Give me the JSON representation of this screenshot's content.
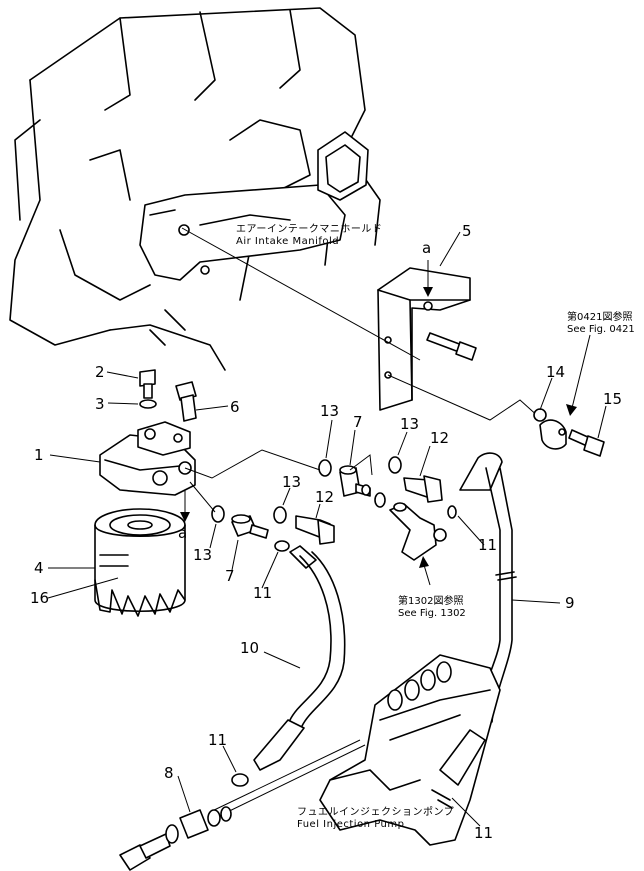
{
  "labels": {
    "air_intake_jp": "エアーインテークマニホールド",
    "air_intake_en": "Air Intake Manifold",
    "fuel_pump_jp": "フュエルインジェクションポンプ",
    "fuel_pump_en": "Fuel Injection Pump",
    "see_0421_jp": "第0421図参照",
    "see_0421_en": "See Fig. 0421",
    "see_1302_jp": "第1302図参照",
    "see_1302_en": "See Fig. 1302",
    "view_a_top": "a",
    "view_a_bottom": "a"
  },
  "callouts": {
    "c1": "1",
    "c2": "2",
    "c3": "3",
    "c4": "4",
    "c5": "5",
    "c6": "6",
    "c7a": "7",
    "c7b": "7",
    "c8": "8",
    "c9": "9",
    "c10": "10",
    "c11a": "11",
    "c11b": "11",
    "c11c": "11",
    "c11d": "11",
    "c12a": "12",
    "c12b": "12",
    "c13a": "13",
    "c13b": "13",
    "c13c": "13",
    "c13d": "13",
    "c14": "14",
    "c15": "15",
    "c16": "16"
  }
}
